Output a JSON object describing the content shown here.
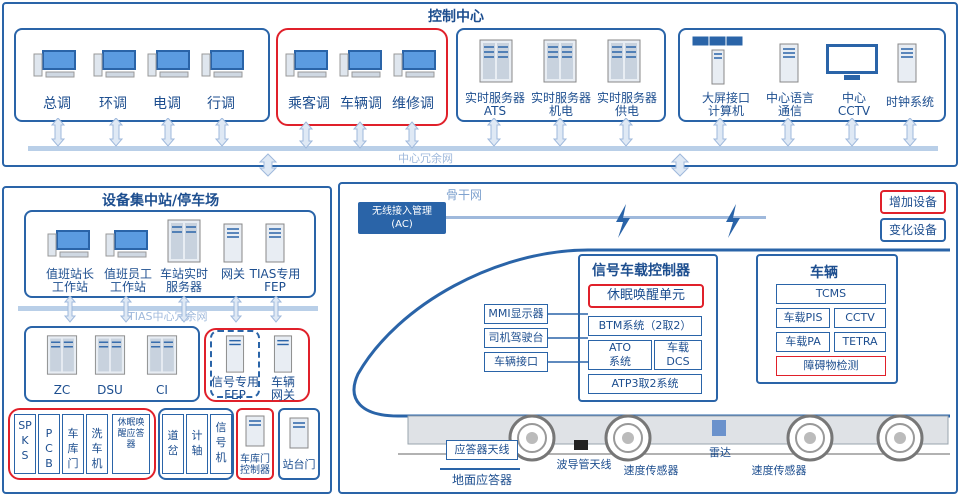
{
  "control_center": {
    "title": "控制中心",
    "dispatch": [
      "总调",
      "环调",
      "电调",
      "行调"
    ],
    "dispatch_extra": [
      "乘客调",
      "车辆调",
      "维修调"
    ],
    "servers": [
      "实时服务器\nATS",
      "实时服务器\n机电",
      "实时服务器\n供电"
    ],
    "others": [
      "大屏接口\n计算机",
      "中心语言\n通信",
      "中心\nCCTV",
      "时钟系统"
    ],
    "network": "中心冗余网"
  },
  "station": {
    "title": "设备集中站/停车场",
    "workstations": [
      "值班站长\n工作站",
      "值班员工\n工作站",
      "车站实时\n服务器",
      "网关",
      "TIAS专用\nFEP"
    ],
    "network": "TIAS中心冗余网",
    "signal": [
      "ZC",
      "DSU",
      "CI"
    ],
    "signal_fep": "信号专用\nFEP",
    "vehicle_gw": "车辆\n网关",
    "bottom_red": [
      "SPKS",
      "PCB",
      "车库门",
      "洗车机",
      "休眠唤醒应答器"
    ],
    "bottom_blue": [
      "道岔",
      "计轴",
      "信号机"
    ],
    "depot_door": "车库门\n控制器",
    "platform_door": "站台门"
  },
  "backbone": "骨干网",
  "wireless": "无线接入管理\n(AC)",
  "legend": {
    "added": "增加设备",
    "changed": "变化设备"
  },
  "onboard": {
    "title": "信号车载控制器",
    "sleep_wake": "休眠唤醒单元",
    "left_items": [
      "MMI显示器",
      "司机驾驶台",
      "车辆接口"
    ],
    "btm": "BTM系统（2取2）",
    "ato": "ATO\n系统",
    "dcs": "车载\nDCS",
    "atp": "ATP3取2系统"
  },
  "vehicle": {
    "title": "车辆",
    "tcms": "TCMS",
    "items": [
      "车载PIS",
      "CCTV",
      "车载PA",
      "TETRA"
    ],
    "obstacle": "障碍物检测"
  },
  "track": {
    "balise_antenna": "应答器天线",
    "ground_balise": "地面应答器",
    "waveguide": "波导管天线",
    "speed_sensor": "速度传感器",
    "radar": "雷达"
  },
  "colors": {
    "blue": "#2a64a8",
    "red": "#e0202a",
    "light": "#b9cfe8"
  }
}
